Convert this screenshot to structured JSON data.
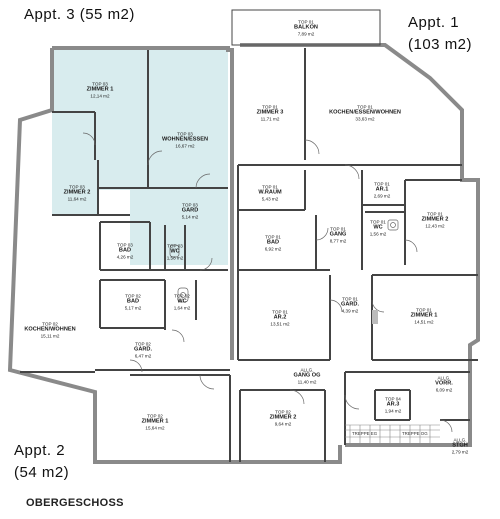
{
  "headers": {
    "appt3_name": "Appt. 3",
    "appt3_area": "(55 m2)",
    "appt1_name": "Appt. 1",
    "appt1_area": "(103 m2)",
    "appt2_name": "Appt. 2",
    "appt2_area": "(54 m2)"
  },
  "caption": "OBERGESCHOSS",
  "colors": {
    "appt3_fill": "#d8ecee",
    "wall": "#8a8a8a",
    "line": "#444444"
  },
  "rooms": {
    "balkon": {
      "top": "TOP 01",
      "name": "BALKON",
      "area": "7,89 m2"
    },
    "a1_z3": {
      "top": "TOP 01",
      "name": "ZIMMER 3",
      "area": "11,71 m2"
    },
    "a1_kwe": {
      "top": "TOP 01",
      "name": "KOCHEN/ESSEN/WOHNEN",
      "area": "33,63 m2"
    },
    "a1_wr": {
      "top": "TOP 01",
      "name": "W.RAUM",
      "area": "5,43 m2"
    },
    "a1_ar1": {
      "top": "TOP 01",
      "name": "AR.1",
      "area": "2,69 m2"
    },
    "a1_z2": {
      "top": "TOP 01",
      "name": "ZIMMER 2",
      "area": "12,43 m2"
    },
    "a1_bad": {
      "top": "TOP 01",
      "name": "BAD",
      "area": "6,92 m2"
    },
    "a1_gang": {
      "top": "TOP 01",
      "name": "GANG",
      "area": "8,77 m2"
    },
    "a1_wc": {
      "top": "TOP 01",
      "name": "WC",
      "area": "1,56 m2"
    },
    "a1_ar2": {
      "top": "TOP 01",
      "name": "AR.2",
      "area": "13,51 m2"
    },
    "a1_gard": {
      "top": "TOP 01",
      "name": "GARD.",
      "area": "4,39 m2"
    },
    "a1_z1": {
      "top": "TOP 01",
      "name": "ZIMMER 1",
      "area": "14,51 m2"
    },
    "a3_z1": {
      "top": "TOP 03",
      "name": "ZIMMER 1",
      "area": "12,14 m2"
    },
    "a3_we": {
      "top": "TOP 03",
      "name": "WOHNEN/ESSEN",
      "area": "16,67 m2"
    },
    "a3_z2": {
      "top": "TOP 03",
      "name": "ZIMMER 2",
      "area": "11,64 m2"
    },
    "a3_gard": {
      "top": "TOP 03",
      "name": "GARD",
      "area": "5,14 m2"
    },
    "a3_bad": {
      "top": "TOP 03",
      "name": "BAD",
      "area": "4,26 m2"
    },
    "a3_wc": {
      "top": "TOP 03",
      "name": "WC",
      "area": "1,58 m2"
    },
    "a2_kw": {
      "top": "TOP 02",
      "name": "KOCHEN/WOHNEN",
      "area": "15,11 m2"
    },
    "a2_bad": {
      "top": "TOP 02",
      "name": "BAD",
      "area": "5,17 m2"
    },
    "a2_wc": {
      "top": "TOP 02",
      "name": "WC",
      "area": "1,64 m2"
    },
    "a2_gard": {
      "top": "TOP 02",
      "name": "GARD.",
      "area": "6,47 m2"
    },
    "a2_z1": {
      "top": "TOP 02",
      "name": "ZIMMER 1",
      "area": "15,64 m2"
    },
    "a2_z2": {
      "top": "TOP 02",
      "name": "ZIMMER 2",
      "area": "9,64 m2"
    },
    "allg_gang": {
      "top": "ALLG.",
      "name": "GANG OG",
      "area": "11,40 m2"
    },
    "allg_vorr": {
      "top": "ALLG.",
      "name": "VORR.",
      "area": "6,09 m2"
    },
    "ar3": {
      "top": "TOP 04",
      "name": "AR.3",
      "area": "1,94 m2"
    },
    "allg_stgh": {
      "top": "ALLG.",
      "name": "STGH",
      "area": "2,79 m2"
    }
  },
  "annotations": {
    "treppe1": "TREPPE EG",
    "treppe2": "TREPPE OG"
  }
}
